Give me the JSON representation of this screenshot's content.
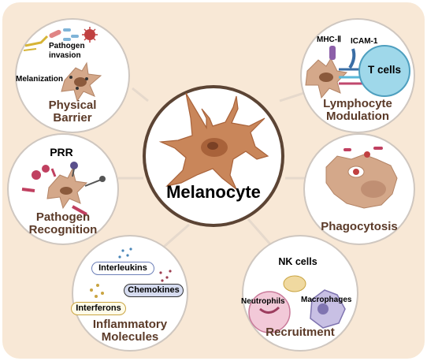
{
  "center": {
    "title": "Melanocyte"
  },
  "panels": {
    "physical_barrier": {
      "title_line1": "Physical",
      "title_line2": "Barrier",
      "pathogen_line1": "Pathogen",
      "pathogen_line2": "invasion",
      "melanization": "Melanization"
    },
    "lymphocyte_modulation": {
      "title_line1": "Lymphocyte",
      "title_line2": "Modulation",
      "mhc": "MHC-Ⅱ",
      "icam": "ICAM-1",
      "tcells": "T cells"
    },
    "pathogen_recognition": {
      "title_line1": "Pathogen",
      "title_line2": "Recognition",
      "prr": "PRR"
    },
    "phagocytosis": {
      "title": "Phagocytosis"
    },
    "inflammatory_molecules": {
      "title_line1": "Inflammatory",
      "title_line2": "Molecules",
      "interleukins": "Interleukins",
      "chemokines": "Chemokines",
      "interferons": "Interferons"
    },
    "recruitment": {
      "title": "Recruitment",
      "nk": "NK cells",
      "neutrophils": "Neutrophils",
      "macrophages": "Macrophages"
    }
  },
  "colors": {
    "background": "#f8e8d6",
    "circle_stroke": "#cfc7c0",
    "melanocyte": "#c9865a",
    "melanocyte_dark": "#a8623a",
    "tcell": "#9fd8ea"
  }
}
